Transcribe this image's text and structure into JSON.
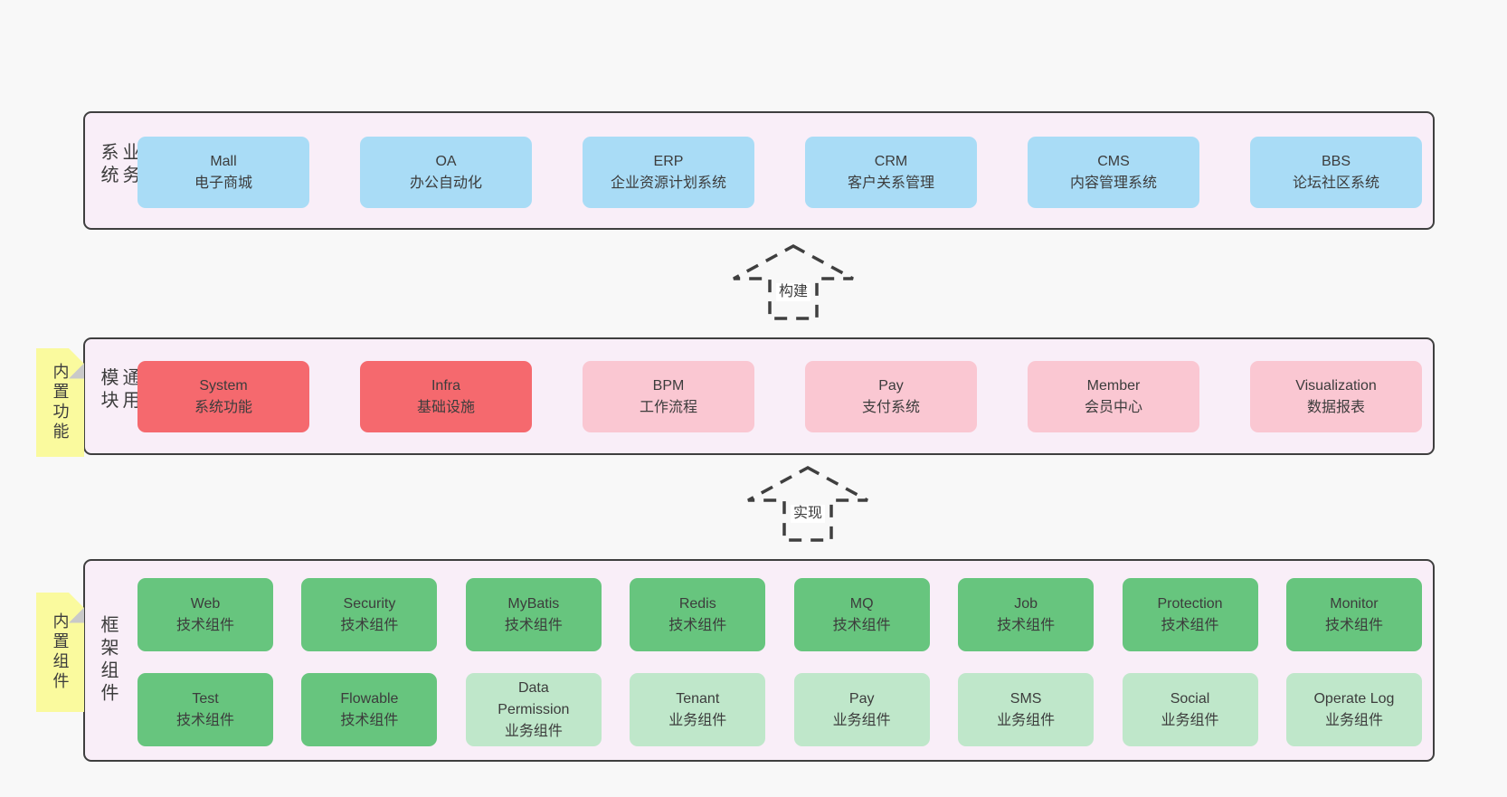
{
  "colors": {
    "page_bg": "#f8f8f8",
    "layer_bg": "#f9eef8",
    "layer_border": "#3f3f3f",
    "blue": "#a9dcf6",
    "red": "#f5696e",
    "pink": "#fac7d2",
    "green": "#67c57e",
    "light_green": "#bfe7ca",
    "note_yellow": "#fafa9e",
    "note_fold": "#c9c9c9",
    "text": "#3c3c3c",
    "arrow": "#3f3f3f"
  },
  "arrows": [
    {
      "label": "构建"
    },
    {
      "label": "实现"
    }
  ],
  "layers": {
    "business": {
      "label": "业务系统",
      "boxes": [
        {
          "title": "Mall",
          "subtitle": "电子商城"
        },
        {
          "title": "OA",
          "subtitle": "办公自动化"
        },
        {
          "title": "ERP",
          "subtitle": "企业资源计划系统"
        },
        {
          "title": "CRM",
          "subtitle": "客户关系管理"
        },
        {
          "title": "CMS",
          "subtitle": "内容管理系统"
        },
        {
          "title": "BBS",
          "subtitle": "论坛社区系统"
        }
      ]
    },
    "modules": {
      "label": "通用模块",
      "note": "内置功能",
      "boxes": [
        {
          "title": "System",
          "subtitle": "系统功能",
          "variant": "red"
        },
        {
          "title": "Infra",
          "subtitle": "基础设施",
          "variant": "red"
        },
        {
          "title": "BPM",
          "subtitle": "工作流程",
          "variant": "pink"
        },
        {
          "title": "Pay",
          "subtitle": "支付系统",
          "variant": "pink"
        },
        {
          "title": "Member",
          "subtitle": "会员中心",
          "variant": "pink"
        },
        {
          "title": "Visualization",
          "subtitle": "数据报表",
          "variant": "pink"
        }
      ]
    },
    "framework": {
      "label": "框架组件",
      "note": "内置组件",
      "row1": [
        {
          "title": "Web",
          "subtitle": "技术组件",
          "variant": "green"
        },
        {
          "title": "Security",
          "subtitle": "技术组件",
          "variant": "green"
        },
        {
          "title": "MyBatis",
          "subtitle": "技术组件",
          "variant": "green"
        },
        {
          "title": "Redis",
          "subtitle": "技术组件",
          "variant": "green"
        },
        {
          "title": "MQ",
          "subtitle": "技术组件",
          "variant": "green"
        },
        {
          "title": "Job",
          "subtitle": "技术组件",
          "variant": "green"
        },
        {
          "title": "Protection",
          "subtitle": "技术组件",
          "variant": "green"
        },
        {
          "title": "Monitor",
          "subtitle": "技术组件",
          "variant": "green"
        }
      ],
      "row2": [
        {
          "title": "Test",
          "subtitle": "技术组件",
          "variant": "green"
        },
        {
          "title": "Flowable",
          "subtitle": "技术组件",
          "variant": "green"
        },
        {
          "title": "Data Permission",
          "subtitle": "业务组件",
          "variant": "lightgreen"
        },
        {
          "title": "Tenant",
          "subtitle": "业务组件",
          "variant": "lightgreen"
        },
        {
          "title": "Pay",
          "subtitle": "业务组件",
          "variant": "lightgreen"
        },
        {
          "title": "SMS",
          "subtitle": "业务组件",
          "variant": "lightgreen"
        },
        {
          "title": "Social",
          "subtitle": "业务组件",
          "variant": "lightgreen"
        },
        {
          "title": "Operate Log",
          "subtitle": "业务组件",
          "variant": "lightgreen"
        }
      ]
    }
  }
}
